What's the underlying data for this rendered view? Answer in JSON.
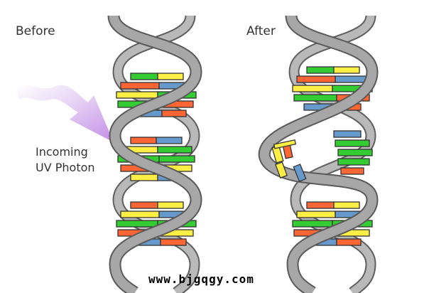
{
  "labels": {
    "before": "Before",
    "after": "After",
    "photon_line1": "Incoming",
    "photon_line2": "UV Photon",
    "watermark": "www.bjgqgy.com"
  },
  "colors": {
    "background": "#ffffff",
    "strand_dark": "#5a5a5a",
    "strand_light": "#a7a7a7",
    "green": "#33cc33",
    "orange": "#ff6633",
    "yellow": "#ffee44",
    "blue": "#6699cc",
    "photon": "#cc99ee"
  },
  "icons": {
    "photon": "wavy-arrow-icon",
    "helix": "dna-double-helix-icon"
  }
}
